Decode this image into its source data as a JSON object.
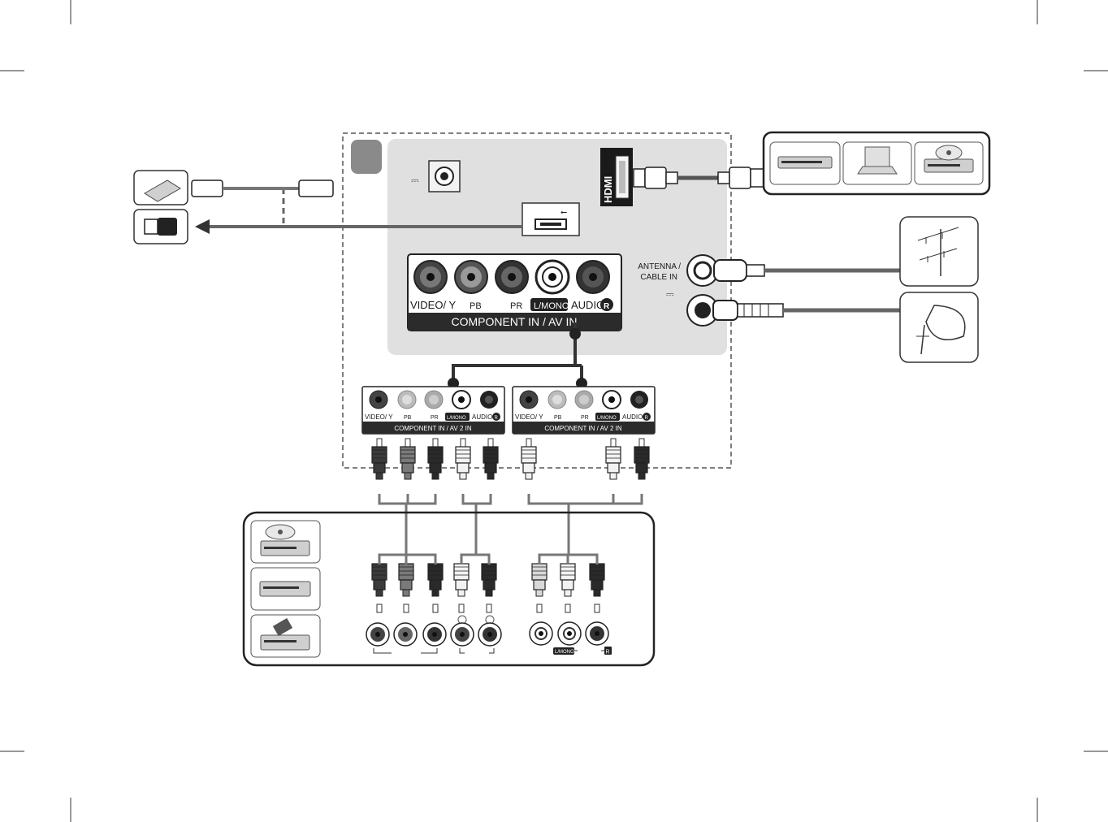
{
  "tv_panel": {
    "dc_symbol": "⎓",
    "hdmi_label": "HDMI",
    "component_labels": {
      "video_y": "VIDEO/ Y",
      "pb": "PB",
      "pr": "PR",
      "lmono": "L/MONO",
      "audio": "AUDIO",
      "r": "R",
      "title": "COMPONENT IN / AV IN"
    },
    "antenna_label_line1": "ANTENNA /",
    "antenna_label_line2": "CABLE IN",
    "dc_symbol2": "⎓"
  },
  "adapter_boxes": [
    {
      "video_y": "VIDEO/ Y",
      "pb": "PB",
      "pr": "PR",
      "lmono": "L/MONO",
      "audio": "AUDIO",
      "r": "R",
      "title": "COMPONENT IN / AV 2 IN"
    },
    {
      "video_y": "VIDEO/ Y",
      "pb": "PB",
      "pr": "PR",
      "lmono": "L/MONO",
      "audio": "AUDIO",
      "r": "R",
      "title": "COMPONENT IN / AV 2 IN"
    }
  ],
  "source_box": {
    "lmono_label": "L/MONO",
    "r_label": "R"
  },
  "devices": {
    "left": [
      "usb-hard-drive-icon",
      "usb-flash-drive-icon"
    ],
    "hdmi_sources": [
      "set-top-box-icon",
      "laptop-icon",
      "disc-player-icon"
    ],
    "antenna_sources": [
      "antenna-icon",
      "satellite-dish-icon"
    ],
    "av_sources": [
      "disc-player-icon",
      "video-recorder-icon",
      "camcorder-icon"
    ]
  }
}
